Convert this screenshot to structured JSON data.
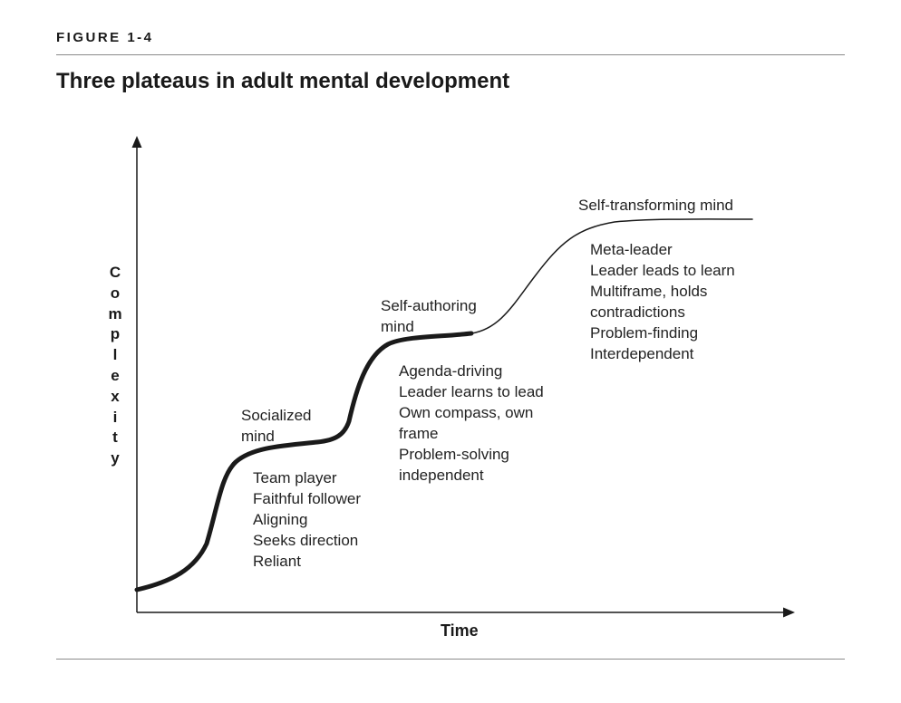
{
  "figure": {
    "label": "FIGURE 1-4",
    "title": "Three plateaus in adult mental development"
  },
  "axes": {
    "y_label": "Complexity",
    "x_label": "Time"
  },
  "stages": [
    {
      "name_lines": [
        "Socialized",
        "mind"
      ],
      "traits": [
        "Team player",
        "Faithful follower",
        "Aligning",
        "Seeks direction",
        "Reliant"
      ]
    },
    {
      "name_lines": [
        "Self-authoring",
        "mind"
      ],
      "traits": [
        "Agenda-driving",
        "Leader learns to lead",
        "Own compass, own",
        "frame",
        "Problem-solving",
        "independent"
      ]
    },
    {
      "name_lines": [
        "Self-transforming mind"
      ],
      "traits": [
        "Meta-leader",
        "Leader leads to learn",
        "Multiframe, holds",
        "contradictions",
        "Problem-finding",
        "Interdependent"
      ]
    }
  ]
}
